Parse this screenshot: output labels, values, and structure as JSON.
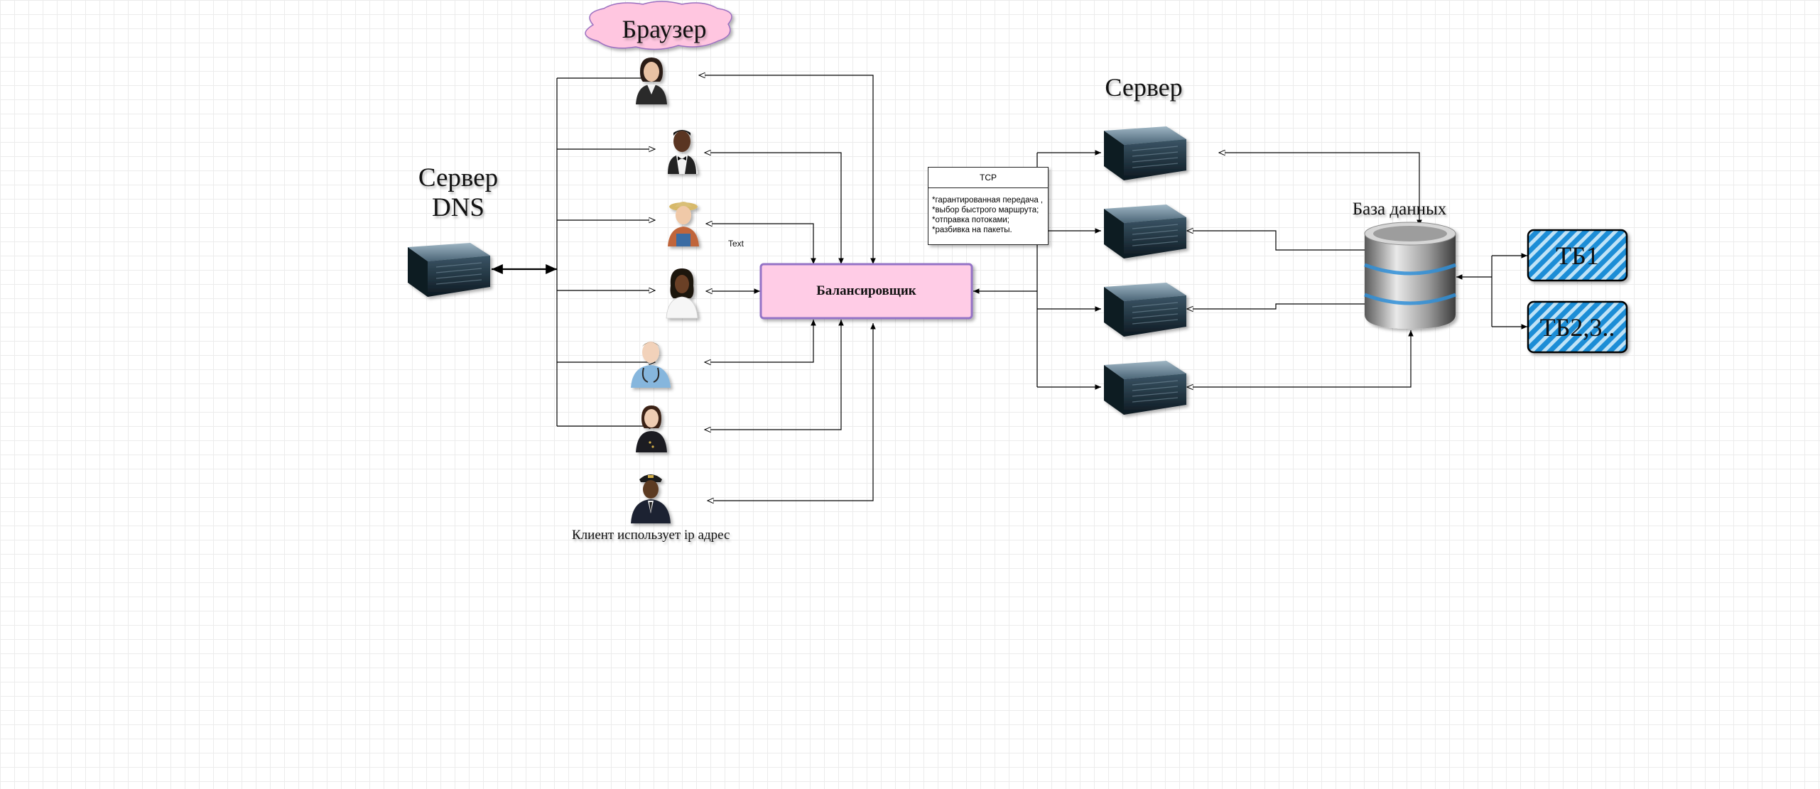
{
  "labels": {
    "browser": "Браузер",
    "dns_line1": "Сервер",
    "dns_line2": "DNS",
    "server": "Сервер",
    "database": "База данных",
    "client": "Клиент использует ip адрес",
    "text_small": "Text",
    "balancer": "Балансировщик",
    "tb1": "ТБ1",
    "tb2": "ТБ2,3.."
  },
  "tcp": {
    "title": "TCP",
    "lines": [
      "*гарантированная передача ,",
      "*выбор быстрого маршрута;",
      "*отправка потоками;",
      "*разбивка на пакеты."
    ]
  },
  "icons": {
    "users": [
      "businesswoman-icon",
      "waiter-icon",
      "farmer-woman-icon",
      "woman-icon",
      "doctor-icon",
      "officer-woman-icon",
      "pilot-icon"
    ],
    "servers": [
      "server-icon",
      "server-icon",
      "server-icon",
      "server-icon"
    ],
    "dns": "server-icon",
    "database": "database-icon"
  },
  "colors": {
    "balancer_fill": "#ffcce6",
    "balancer_border": "#9473c6",
    "cloud_fill": "#ffc6e0",
    "table_fill": "#1f8dd6",
    "table_stripe": "#bfe3f7"
  }
}
